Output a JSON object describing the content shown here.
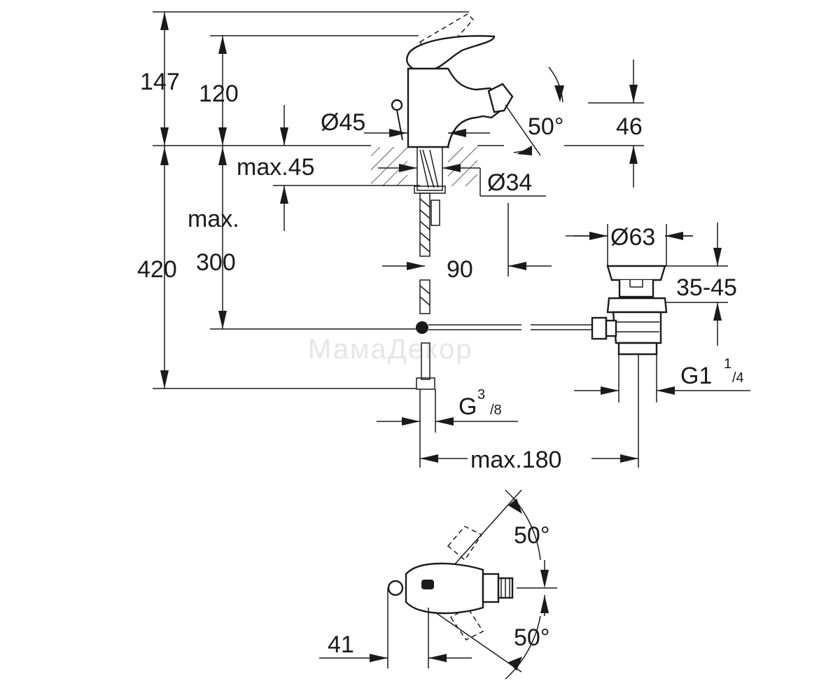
{
  "dimensions": {
    "d147": "147",
    "d120": "120",
    "d45_dia": "Ø45",
    "d50_angle_top": "50°",
    "d46": "46",
    "max45": "max.45",
    "d34_dia": "Ø34",
    "max_word": "max.",
    "d300": "300",
    "d420": "420",
    "d90": "90",
    "d63_dia": "Ø63",
    "d35_45": "35-45",
    "g114_main": "G1",
    "g114_num": "1",
    "g114_den": "/4",
    "g38_main": "G",
    "g38_num": "3",
    "g38_den": "/8",
    "max180": "max.180",
    "d50_angle_mid": "50°",
    "d50_angle_bot": "50°",
    "d41": "41"
  },
  "watermark": "МамаДекор",
  "colors": {
    "line": "#1a1a1a",
    "background": "#ffffff",
    "watermark": "#e6e6e6"
  }
}
